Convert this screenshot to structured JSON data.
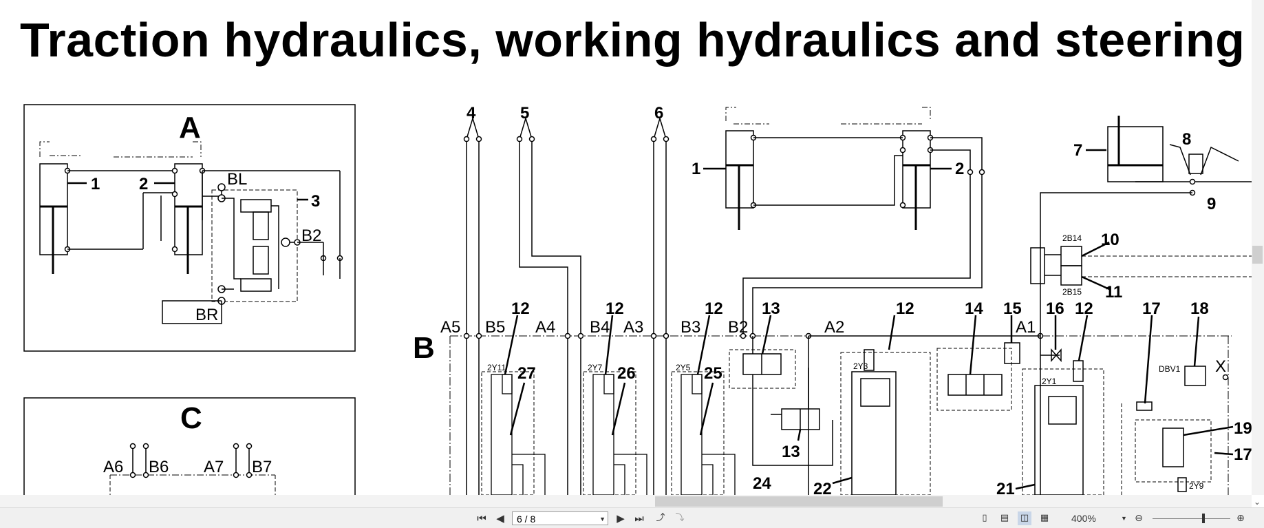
{
  "document": {
    "title": "Traction hydraulics, working hydraulics and steering hyd",
    "panels": {
      "A": {
        "letter": "A",
        "callouts": [
          "1",
          "2",
          "3"
        ],
        "ports": [
          "BL",
          "B2",
          "BR"
        ]
      },
      "C": {
        "letter": "C",
        "ports": [
          "A6",
          "B6",
          "A7",
          "B7"
        ]
      },
      "B": {
        "letter": "B",
        "top_callouts": [
          "4",
          "5",
          "6"
        ],
        "cylinder_callouts": [
          "1",
          "2",
          "7",
          "8",
          "9"
        ],
        "sensor_callouts": [
          "10",
          "11"
        ],
        "sensor_tags": [
          "2B14",
          "2B15"
        ],
        "ports": [
          "A5",
          "B5",
          "A4",
          "B4",
          "A3",
          "B3",
          "B2",
          "A2",
          "A1",
          "X"
        ],
        "valve_callouts": [
          "12",
          "27",
          "12",
          "26",
          "12",
          "25",
          "13",
          "13",
          "12",
          "14",
          "15",
          "16",
          "12",
          "17",
          "18",
          "19",
          "17",
          "24",
          "22",
          "21"
        ],
        "solenoid_tags": [
          "2Y11",
          "2Y7",
          "2Y5",
          "2Y3",
          "2Y1",
          "DBV1",
          "2Y9"
        ]
      }
    }
  },
  "toolbar": {
    "first_page_icon": "first-page-icon",
    "prev_page_icon": "prev-page-icon",
    "page_indicator": "6 / 8",
    "next_page_icon": "next-page-icon",
    "last_page_icon": "last-page-icon",
    "zoom_level": "400%"
  },
  "scroll": {
    "vertical_position": 0.5,
    "horizontal_position": 0.55
  },
  "colors": {
    "line": "#000000",
    "toolbar_bg": "#f0f0f0",
    "scrollbar_thumb": "#cfcfcf"
  }
}
